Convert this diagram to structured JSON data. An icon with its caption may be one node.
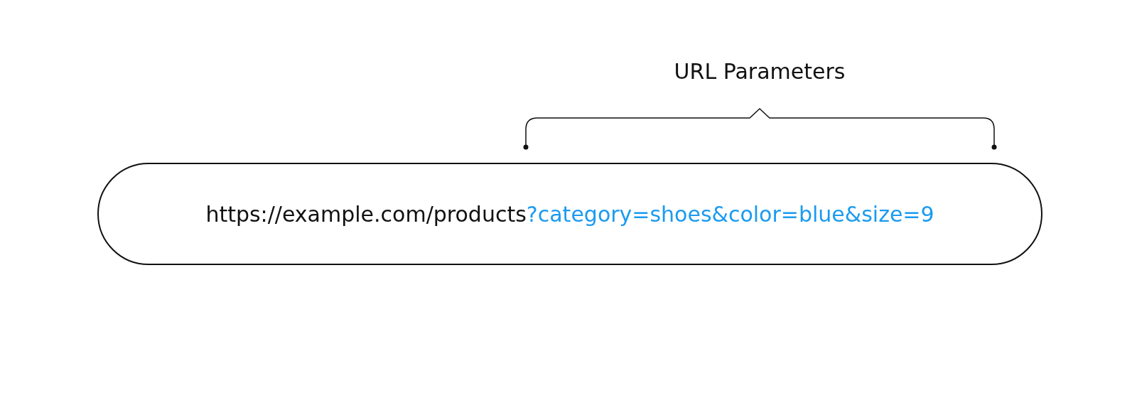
{
  "diagram": {
    "nodes": [
      {
        "text": [
          "https://example.com/products",
          "?category=shoes&color=blue&size=9"
        ]
      }
    ],
    "labels": [
      "URL Parameters"
    ]
  }
}
